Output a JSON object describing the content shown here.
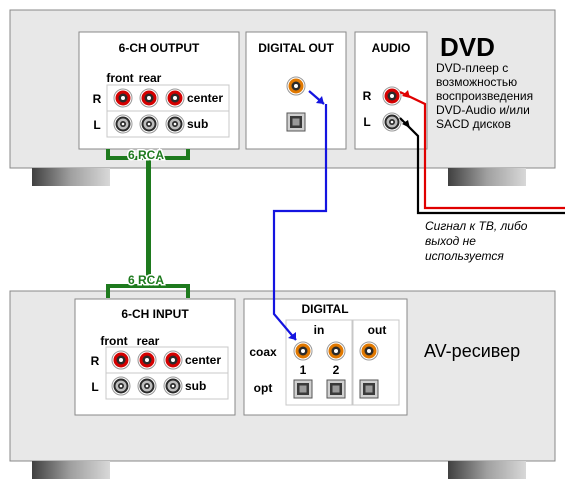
{
  "dvd": {
    "title": "DVD",
    "desc_lines": [
      "DVD-плеер с",
      "возможностью",
      "воспроизведения",
      "DVD-Audio и/или",
      "SACD дисков"
    ],
    "six_ch_output": {
      "title": "6-CH OUTPUT",
      "front": "front",
      "rear": "rear",
      "r": "R",
      "l": "L",
      "center": "center",
      "sub": "sub"
    },
    "digital_out": {
      "title": "DIGITAL OUT"
    },
    "audio": {
      "title": "AUDIO",
      "r": "R",
      "l": "L"
    }
  },
  "cable": {
    "top_label": "6 RCA",
    "bottom_label": "6 RCA"
  },
  "tv_note_lines": [
    "Сигнал к ТВ, либо",
    "выход не",
    "используется"
  ],
  "receiver": {
    "title": "AV-ресивер",
    "six_ch_input": {
      "title": "6-CH INPUT",
      "front": "front",
      "rear": "rear",
      "r": "R",
      "l": "L",
      "center": "center",
      "sub": "sub"
    },
    "digital": {
      "title": "DIGITAL",
      "in": "in",
      "out": "out",
      "coax": "coax",
      "opt": "opt",
      "in1": "1",
      "in2": "2"
    }
  },
  "colors": {
    "panel": "#e8e8e8",
    "red_jack": "#d40000",
    "white_jack": "#2a2a2a",
    "coax_jack": "#e07800",
    "green_cable": "#1e7a1e",
    "blue_cable": "#1414e0",
    "red_cable": "#e00000",
    "black_cable": "#000000"
  }
}
